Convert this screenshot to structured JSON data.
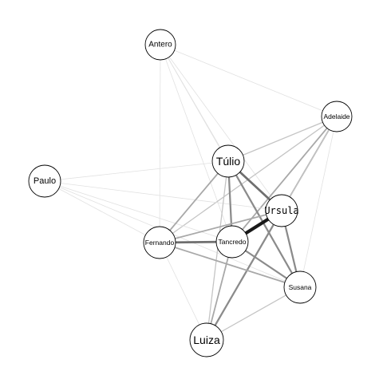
{
  "network": {
    "nodes": [
      {
        "id": "antero",
        "label": "Antero"
      },
      {
        "id": "adelaide",
        "label": "Adelaide"
      },
      {
        "id": "paulo",
        "label": "Paulo"
      },
      {
        "id": "tulio",
        "label": "Túlio"
      },
      {
        "id": "ursula",
        "label": "Ursula"
      },
      {
        "id": "fernando",
        "label": "Fernando"
      },
      {
        "id": "tancredo",
        "label": "Tancredo"
      },
      {
        "id": "susana",
        "label": "Susana"
      },
      {
        "id": "luiza",
        "label": "Luiza"
      }
    ],
    "edges": [
      {
        "source": "antero",
        "target": "adelaide",
        "weight": 1
      },
      {
        "source": "antero",
        "target": "tulio",
        "weight": 1
      },
      {
        "source": "antero",
        "target": "ursula",
        "weight": 1
      },
      {
        "source": "antero",
        "target": "fernando",
        "weight": 1
      },
      {
        "source": "antero",
        "target": "tancredo",
        "weight": 1
      },
      {
        "source": "antero",
        "target": "susana",
        "weight": 1
      },
      {
        "source": "adelaide",
        "target": "tulio",
        "weight": 2
      },
      {
        "source": "adelaide",
        "target": "ursula",
        "weight": 3
      },
      {
        "source": "adelaide",
        "target": "tancredo",
        "weight": 3
      },
      {
        "source": "adelaide",
        "target": "fernando",
        "weight": 2
      },
      {
        "source": "adelaide",
        "target": "susana",
        "weight": 1
      },
      {
        "source": "adelaide",
        "target": "luiza",
        "weight": 2
      },
      {
        "source": "paulo",
        "target": "tulio",
        "weight": 1
      },
      {
        "source": "paulo",
        "target": "ursula",
        "weight": 1
      },
      {
        "source": "paulo",
        "target": "fernando",
        "weight": 1
      },
      {
        "source": "paulo",
        "target": "tancredo",
        "weight": 1
      },
      {
        "source": "paulo",
        "target": "susana",
        "weight": 1
      },
      {
        "source": "tulio",
        "target": "ursula",
        "weight": 5
      },
      {
        "source": "tulio",
        "target": "fernando",
        "weight": 3
      },
      {
        "source": "tulio",
        "target": "tancredo",
        "weight": 4
      },
      {
        "source": "tulio",
        "target": "susana",
        "weight": 4
      },
      {
        "source": "tulio",
        "target": "luiza",
        "weight": 2
      },
      {
        "source": "ursula",
        "target": "tancredo",
        "weight": 8
      },
      {
        "source": "ursula",
        "target": "fernando",
        "weight": 3
      },
      {
        "source": "ursula",
        "target": "susana",
        "weight": 4
      },
      {
        "source": "ursula",
        "target": "luiza",
        "weight": 4
      },
      {
        "source": "fernando",
        "target": "tancredo",
        "weight": 5
      },
      {
        "source": "fernando",
        "target": "susana",
        "weight": 3
      },
      {
        "source": "fernando",
        "target": "luiza",
        "weight": 1
      },
      {
        "source": "tancredo",
        "target": "susana",
        "weight": 4
      },
      {
        "source": "tancredo",
        "target": "luiza",
        "weight": 3
      },
      {
        "source": "susana",
        "target": "luiza",
        "weight": 2
      }
    ]
  }
}
